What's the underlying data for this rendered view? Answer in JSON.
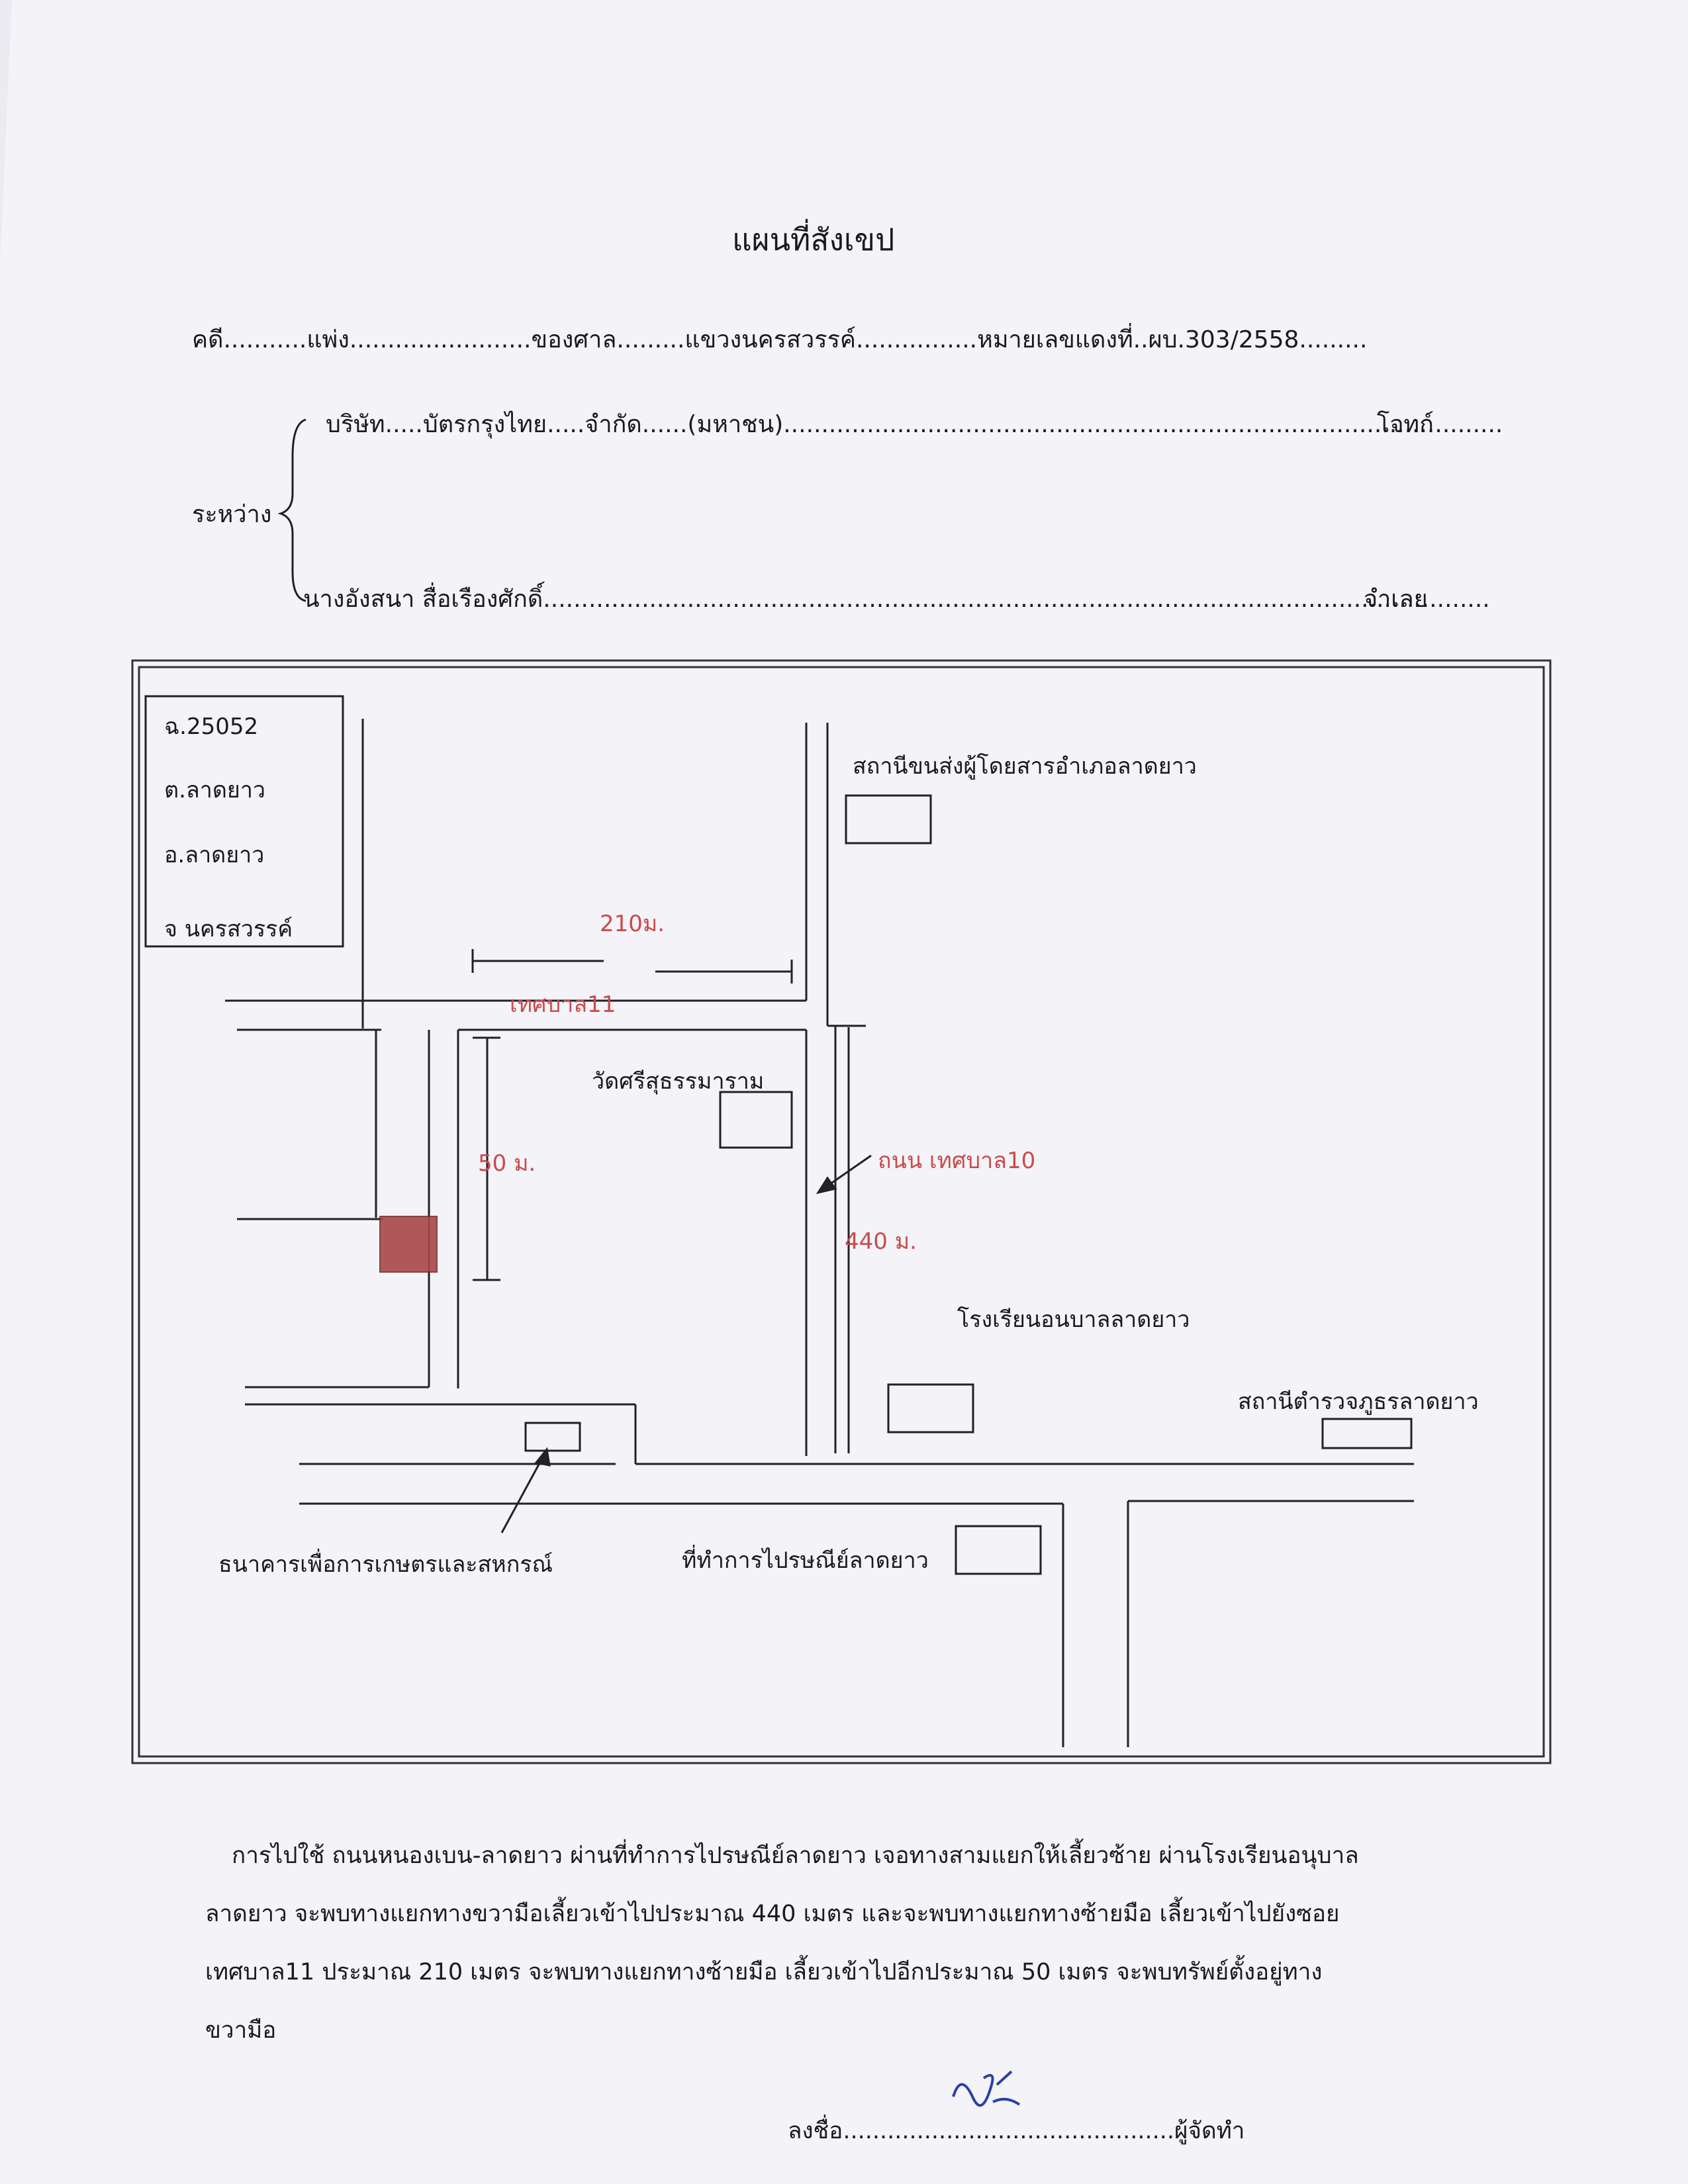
{
  "title": "แผนที่สังเขป",
  "case_line": "คดี...........แพ่ง........................ของศาล.........แขวงนครสวรรค์................หมายเลขแดงที่..ผบ.303/2558.........",
  "between_label": "ระหว่าง",
  "plaintiff_line": "บริษัท.....บัตรกรุงไทย.....จำกัด......(มหาชน)...............................................................................................",
  "plaintiff_role": "โจทก์",
  "defendant_line": "นางอังสนา สื่อเรืองศักดิ์.............................................................................................................................",
  "defendant_role": "จำเลย",
  "map": {
    "box_lines": [
      "ฉ.25052",
      "ต.ลาดยาว",
      "อ.ลาดยาว",
      "จ นครสวรรค์"
    ],
    "label_bus_station": "สถานีขนส่งผู้โดยสารอำเภอลาดยาว",
    "label_210": "210ม.",
    "label_road11": "เทศบาล11",
    "label_temple": "วัดศรีสุธรรมาราม",
    "label_50": "50 ม.",
    "label_road10": "ถนน เทศบาล10",
    "label_440": "440 ม.",
    "label_school": "โรงเรียนอนบาลลาดยาว",
    "label_police": "สถานีตำรวจภูธรลาดยาว",
    "label_bank": "ธนาคารเพื่อการเกษตรและสหกรณ์",
    "label_postoffice": "ที่ทำการไปรษณีย์ลาดยาว"
  },
  "description": [
    "การไปใช้ ถนนหนองเบน-ลาดยาว ผ่านที่ทำการไปรษณีย์ลาดยาว เจอทางสามแยกให้เลี้ยวซ้าย  ผ่านโรงเรียนอนุบาล",
    "ลาดยาว จะพบทางแยกทางขวามือเลี้ยวเข้าไปประมาณ 440 เมตร และจะพบทางแยกทางซ้ายมือ เลี้ยวเข้าไปยังซอย",
    "เทศบาล11 ประมาณ 210 เมตร  จะพบทางแยกทางซ้ายมือ เลี้ยวเข้าไปอีกประมาณ  50 เมตร จะพบทรัพย์ตั้งอยู่ทาง",
    "ขวามือ"
  ],
  "signature_line": "ลงชื่อ.............................................ผู้จัดทำ",
  "colors": {
    "red_label": "#c94b4b",
    "property_marker": "#a84848",
    "signature_ink": "#2a3fa8"
  }
}
